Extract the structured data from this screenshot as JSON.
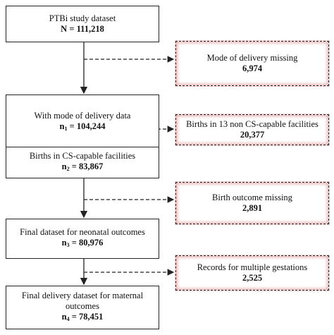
{
  "main_boxes": [
    {
      "label": "PTBi study dataset",
      "var": "N",
      "sub": "",
      "eq": "= 111,218"
    },
    {
      "label": "With mode of delivery data",
      "var": "n",
      "sub": "1",
      "eq": "= 104,244"
    },
    {
      "label": "Births in CS-capable facilities",
      "var": "n",
      "sub": "2",
      "eq": "= 83,867"
    },
    {
      "label": "Final dataset for neonatal outcomes",
      "var": "n",
      "sub": "3",
      "eq": "= 80,976"
    },
    {
      "label": "Final delivery dataset for maternal outcomes",
      "var": "n",
      "sub": "4",
      "eq": "= 78,451"
    }
  ],
  "exclusion_boxes": [
    {
      "label": "Mode of delivery missing",
      "count": "6,974"
    },
    {
      "label": "Births in 13 non CS-capable facilities",
      "count": "20,377"
    },
    {
      "label": "Birth outcome missing",
      "count": "2,891"
    },
    {
      "label": "Records for multiple gestations",
      "count": "2,525"
    }
  ]
}
